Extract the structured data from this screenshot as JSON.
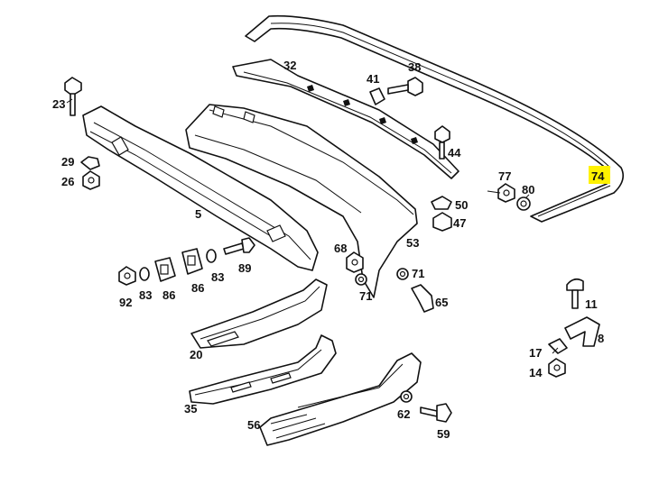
{
  "callouts": {
    "n5": "5",
    "n8": "8",
    "n11": "11",
    "n14": "14",
    "n17": "17",
    "n20": "20",
    "n23": "23",
    "n26": "26",
    "n29": "29",
    "n32": "32",
    "n35": "35",
    "n38": "38",
    "n41": "41",
    "n44": "44",
    "n47": "47",
    "n50": "50",
    "n53": "53",
    "n56": "56",
    "n59": "59",
    "n62": "62",
    "n65": "65",
    "n68": "68",
    "n71a": "71",
    "n71b": "71",
    "n74": "74",
    "n77": "77",
    "n80": "80",
    "n83a": "83",
    "n83b": "83",
    "n86": "86",
    "n86b": "86",
    "n89": "89",
    "n92": "92"
  },
  "highlight": {
    "part": "74",
    "color": "#fff200"
  }
}
